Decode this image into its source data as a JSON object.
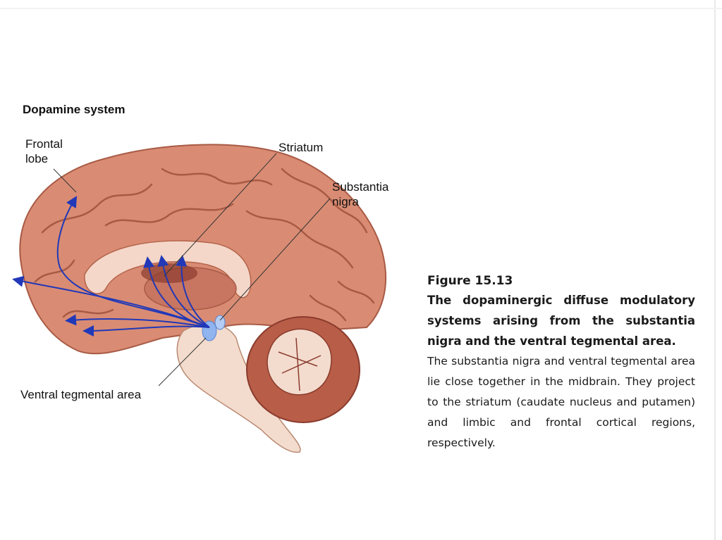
{
  "figure": {
    "heading": "Dopamine system",
    "labels": {
      "frontal_lobe": "Frontal\nlobe",
      "striatum": "Striatum",
      "substantia_nigra": "Substantia\nnigra",
      "ventral_tegmental_area": "Ventral tegmental area"
    },
    "colors": {
      "brain_surface": "#d98c73",
      "brain_shadow": "#b4634c",
      "pathway": "#2138b8",
      "nucleus": "#8fb4ee",
      "brainstem": "#f3dccd"
    }
  },
  "caption": {
    "number": "Figure 15.13",
    "bold_text": "The dopaminergic diffuse modulatory systems arising from the substantia nigra and the ventral tegmental area.",
    "body_text": "The substantia nigra and ventral tegmental area lie close together in the midbrain. They project to the striatum (caudate nucleus and putamen) and limbic and frontal cortical regions, respectively."
  }
}
